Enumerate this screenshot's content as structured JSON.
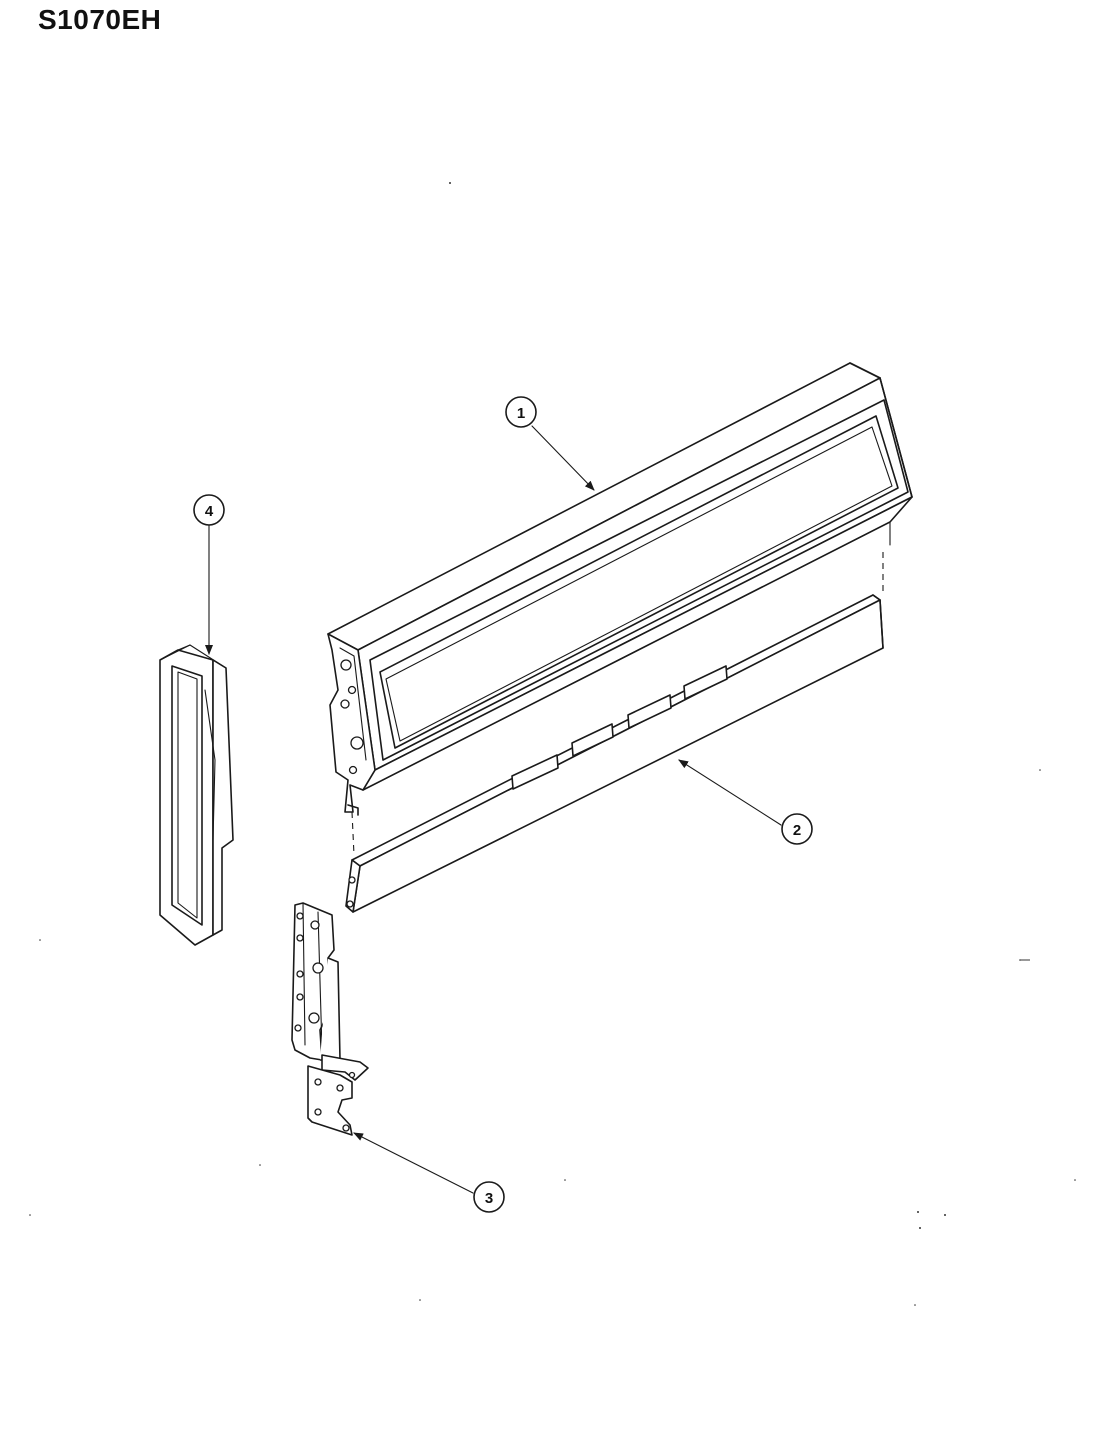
{
  "title": "S1070EH",
  "callouts": [
    {
      "id": "1",
      "label": "1"
    },
    {
      "id": "2",
      "label": "2"
    },
    {
      "id": "3",
      "label": "3"
    },
    {
      "id": "4",
      "label": "4"
    }
  ]
}
